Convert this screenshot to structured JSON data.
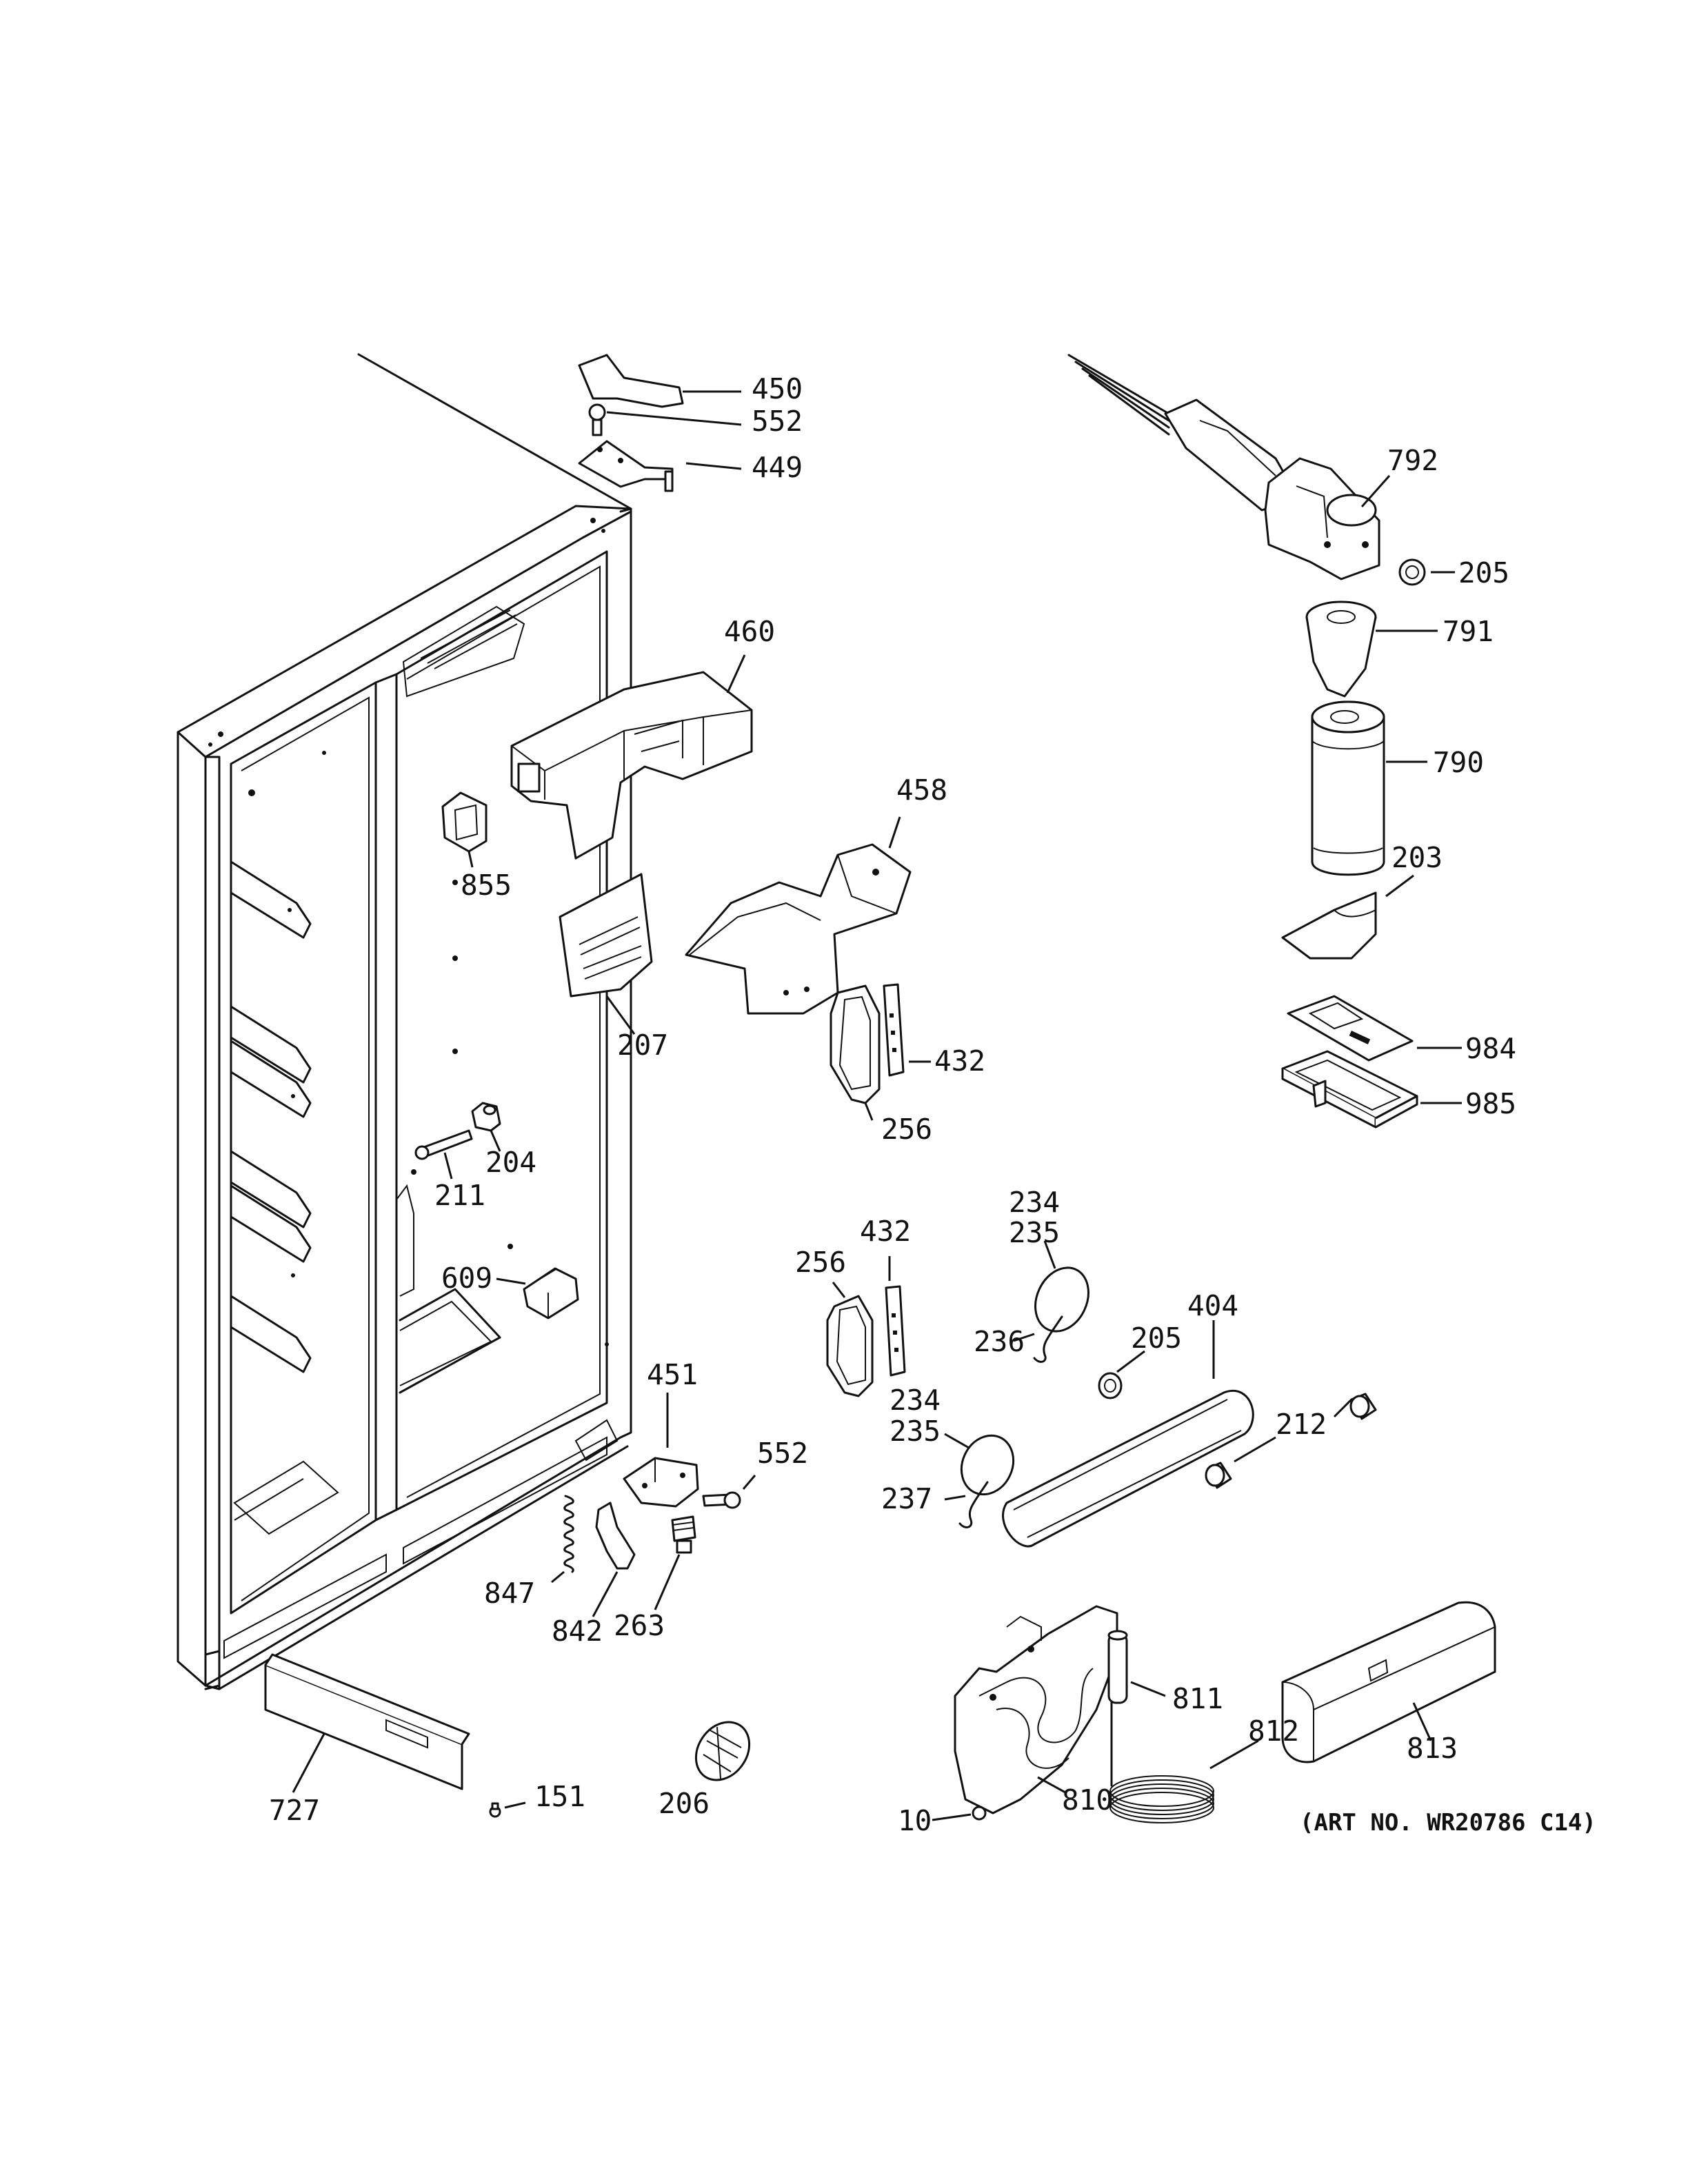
{
  "diagram": {
    "art_number": "(ART NO. WR20786 C14)",
    "labels": {
      "p450": "450",
      "p552a": "552",
      "p449": "449",
      "p460": "460",
      "p855": "855",
      "p458": "458",
      "p207": "207",
      "p432a": "432",
      "p256a": "256",
      "p204": "204",
      "p211": "211",
      "p609": "609",
      "p256b": "256",
      "p432b": "432",
      "p234a": "234",
      "p235a": "235",
      "p236": "236",
      "p205b": "205",
      "p404": "404",
      "p212": "212",
      "p234b": "234",
      "p235b": "235",
      "p237": "237",
      "p451": "451",
      "p552b": "552",
      "p847": "847",
      "p842": "842",
      "p263": "263",
      "p727": "727",
      "p151": "151",
      "p206": "206",
      "p10": "10",
      "p810": "810",
      "p811": "811",
      "p812": "812",
      "p813": "813",
      "p792": "792",
      "p205a": "205",
      "p791": "791",
      "p790": "790",
      "p203": "203",
      "p984": "984",
      "p985": "985"
    }
  }
}
